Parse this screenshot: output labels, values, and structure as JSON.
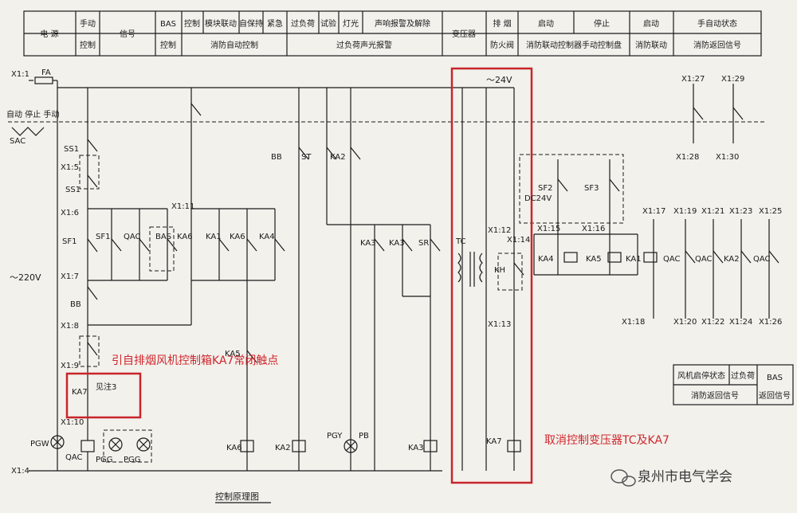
{
  "colors": {
    "ink": "#1a1a1a",
    "highlight": "#c8252c",
    "paper": "#f2f1ec"
  },
  "header": {
    "power": "电    源",
    "manual": [
      "手动",
      "控制"
    ],
    "signal": "信号",
    "bas": [
      "BAS",
      "控制"
    ],
    "control_items": [
      "控制",
      "模块联动",
      "自保持",
      "紧急"
    ],
    "fire_auto": "消防自动控制",
    "overload_items": [
      "过负荷",
      "试验",
      "灯光",
      "声响报警及解除"
    ],
    "overload_alarm": "过负荷声光报警",
    "transformer": "变压器",
    "damper": [
      "排  烟",
      "防火阀"
    ],
    "start": "启动",
    "stop": "停止",
    "panel": "消防联动控制器手动控制盘",
    "start2": "启动",
    "linkage": "消防联动",
    "auto_status": "手自动状态",
    "return_signal": "消防返回信号"
  },
  "terminals": [
    "X1:1",
    "X1:5",
    "X1:6",
    "X1:7",
    "X1:8",
    "X1:9",
    "X1:10",
    "X1:4",
    "X1:11",
    "X1:12",
    "X1:13",
    "X1:14",
    "X1:15",
    "X1:16",
    "X1:17",
    "X1:18",
    "X1:19",
    "X1:20",
    "X1:21",
    "X1:22",
    "X1:23",
    "X1:24",
    "X1:25",
    "X1:26",
    "X1:27",
    "X1:28",
    "X1:29",
    "X1:30"
  ],
  "components": [
    "FA",
    "SAC",
    "SS1",
    "SS1",
    "SF1",
    "SF1",
    "QAC",
    "BAS",
    "BB",
    "KA7",
    "KA6",
    "KA1",
    "KA6",
    "KA4",
    "KA5",
    "BB",
    "ST",
    "KA2",
    "KA3",
    "KA3",
    "SR",
    "TC",
    "KH",
    "SF2",
    "SF3",
    "DC24V",
    "KA4",
    "KA5",
    "KA1",
    "QAC",
    "QAC",
    "KA2",
    "QAC",
    "PGW",
    "QAC",
    "PGG",
    "PGG",
    "KA6",
    "KA2",
    "PGY",
    "PB",
    "KA3",
    "KA7"
  ],
  "labels": {
    "auto_stop_manual": "自动 停止 手动",
    "v220": "～220V",
    "v24": "～24V",
    "see_note": "见注3"
  },
  "annotations": {
    "ka7_note": "引自排烟风机控制箱KA7常闭触点",
    "cancel_note": "取消控制变压器TC及KA7"
  },
  "side_table": {
    "fan_status": "风机启停状态",
    "overload": "过负荷",
    "return": "消防返回信号",
    "bas_return": [
      "BAS",
      "返回信号"
    ]
  },
  "footer": {
    "title": "控制原理图",
    "watermark": "泉州市电气学会"
  }
}
